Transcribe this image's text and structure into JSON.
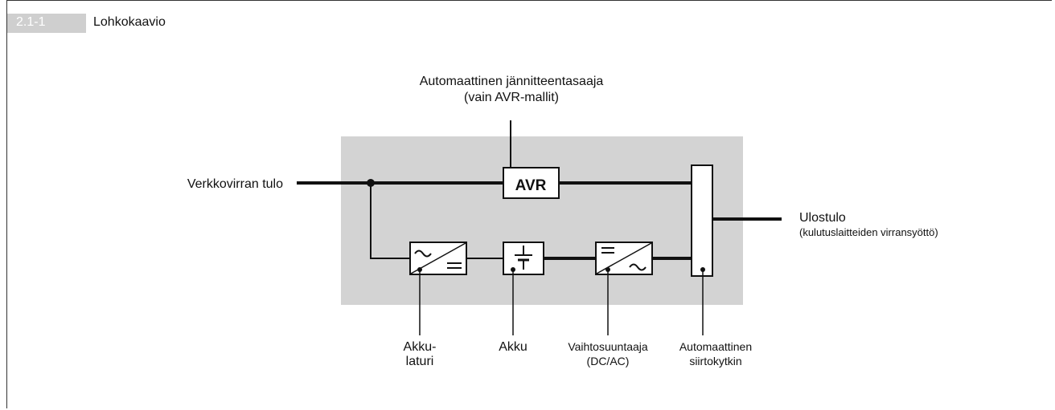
{
  "figure": {
    "number": "2.1-1",
    "title": "Lohkokaavio"
  },
  "diagram": {
    "avr_block_label": "AVR",
    "avr_caption": [
      "Automaattinen jännitteentasaaja",
      "(vain AVR-mallit)"
    ],
    "input_label": "Verkkovirran tulo",
    "output_label": "Ulostulo",
    "output_sub": "(kulutuslaitteiden virransyöttö)",
    "charger_label": [
      "Akku-",
      "laturi"
    ],
    "battery_label": "Akku",
    "inverter_label": [
      "Vaihtosuuntaaja",
      "(DC/AC)"
    ],
    "switch_label": [
      "Automaattinen",
      "siirtokytkin"
    ]
  },
  "colors": {
    "panel": "#d3d3d3",
    "line": "#111111",
    "tag": "#cfcfcf"
  }
}
